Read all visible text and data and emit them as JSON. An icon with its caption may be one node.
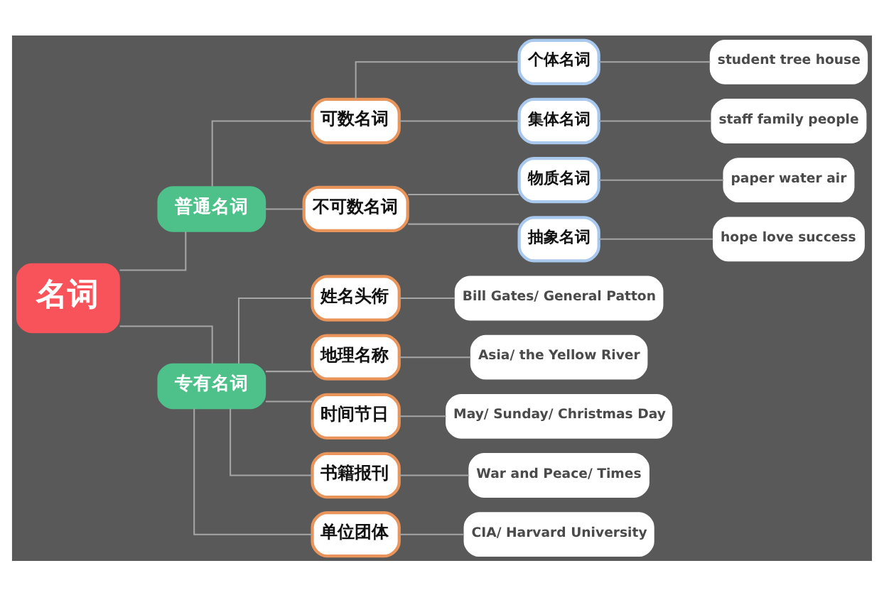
{
  "diagram": {
    "nodes": [
      {
        "text": [
          "名词"
        ]
      },
      {
        "text": [
          "普通名词"
        ]
      },
      {
        "text": [
          "可数名词"
        ]
      },
      {
        "text": [
          "个体名词"
        ]
      },
      {
        "text": [
          "student tree house"
        ]
      },
      {
        "text": [
          "集体名词"
        ]
      },
      {
        "text": [
          "staff family people"
        ]
      },
      {
        "text": [
          "不可数名词"
        ]
      },
      {
        "text": [
          "物质名词"
        ]
      },
      {
        "text": [
          "paper water air"
        ]
      },
      {
        "text": [
          "抽象名词"
        ]
      },
      {
        "text": [
          "hope love success"
        ]
      },
      {
        "text": [
          "专有名词"
        ]
      },
      {
        "text": [
          "姓名头衔"
        ]
      },
      {
        "text": [
          "Bill Gates/ General Patton"
        ]
      },
      {
        "text": [
          "地理名称"
        ]
      },
      {
        "text": [
          "Asia/ the Yellow River"
        ]
      },
      {
        "text": [
          "时间节日"
        ]
      },
      {
        "text": [
          "May/ Sunday/ Christmas Day"
        ]
      },
      {
        "text": [
          "书籍报刊"
        ]
      },
      {
        "text": [
          "War and Peace/ Times"
        ]
      },
      {
        "text": [
          "单位团体"
        ]
      },
      {
        "text": [
          "CIA/ Harvard University"
        ]
      }
    ],
    "edges": [
      {
        "from": 0,
        "to": 1,
        "arrow": "none"
      },
      {
        "from": 1,
        "to": 2,
        "arrow": "none"
      },
      {
        "from": 2,
        "to": 3,
        "arrow": "none"
      },
      {
        "from": 3,
        "to": 4,
        "arrow": "none"
      },
      {
        "from": 2,
        "to": 5,
        "arrow": "none"
      },
      {
        "from": 5,
        "to": 6,
        "arrow": "none"
      },
      {
        "from": 1,
        "to": 7,
        "arrow": "none"
      },
      {
        "from": 7,
        "to": 8,
        "arrow": "none"
      },
      {
        "from": 8,
        "to": 9,
        "arrow": "none"
      },
      {
        "from": 7,
        "to": 10,
        "arrow": "none"
      },
      {
        "from": 10,
        "to": 11,
        "arrow": "none"
      },
      {
        "from": 0,
        "to": 12,
        "arrow": "none"
      },
      {
        "from": 12,
        "to": 13,
        "arrow": "none"
      },
      {
        "from": 13,
        "to": 14,
        "arrow": "none"
      },
      {
        "from": 12,
        "to": 15,
        "arrow": "none"
      },
      {
        "from": 15,
        "to": 16,
        "arrow": "none"
      },
      {
        "from": 12,
        "to": 17,
        "arrow": "none"
      },
      {
        "from": 17,
        "to": 18,
        "arrow": "none"
      },
      {
        "from": 12,
        "to": 19,
        "arrow": "none"
      },
      {
        "from": 19,
        "to": 20,
        "arrow": "none"
      },
      {
        "from": 12,
        "to": 21,
        "arrow": "none"
      },
      {
        "from": 21,
        "to": 22,
        "arrow": "none"
      }
    ]
  }
}
